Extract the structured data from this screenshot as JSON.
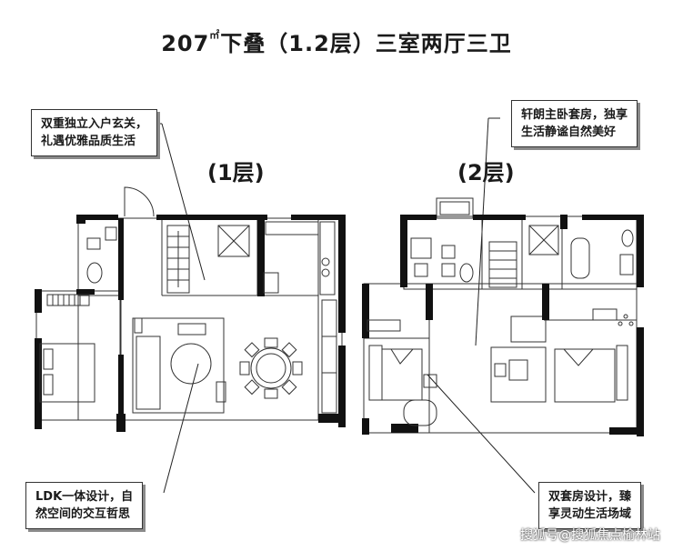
{
  "title": {
    "area": "207",
    "unit": "㎡",
    "rest": "下叠（1.2层）三室两厅三卫"
  },
  "floors": [
    {
      "label": "(1层)"
    },
    {
      "label": "(2层)"
    }
  ],
  "callouts": {
    "entry": {
      "line1": "双重独立入户玄关，",
      "line2": "礼遇优雅品质生活"
    },
    "master": {
      "line1": "轩朗主卧套房，独享",
      "line2": "生活静谧自然美好"
    },
    "ldk": {
      "line1": "LDK一体设计，自",
      "line2": "然空间的交互哲思"
    },
    "suite": {
      "line1": "双套房设计，臻",
      "line2": "享灵动生活场域"
    }
  },
  "watermark": "搜狐号@搜狐焦点榆林站"
}
